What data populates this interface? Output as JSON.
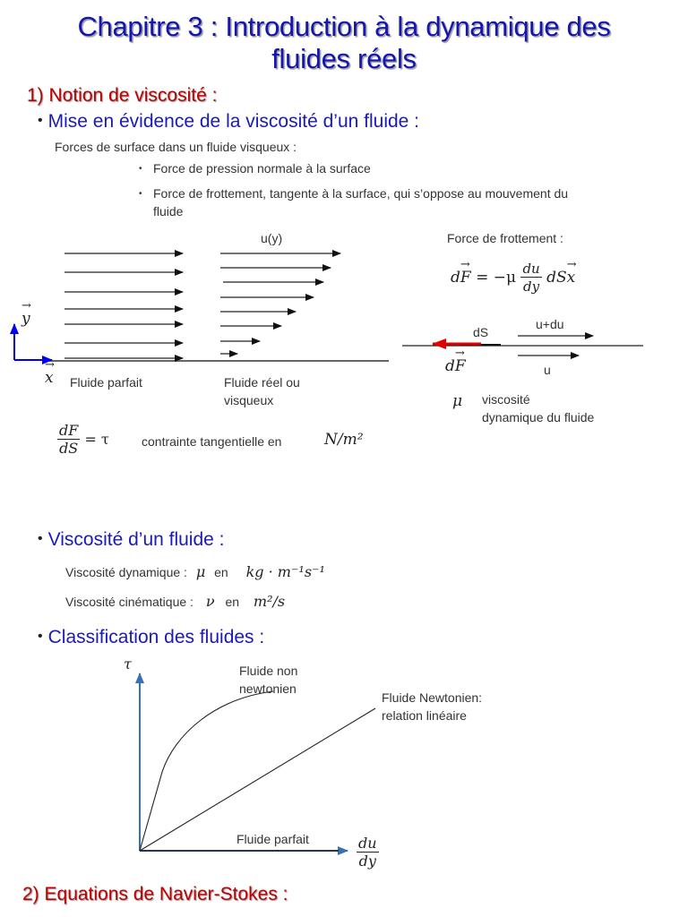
{
  "title": {
    "line1": "Chapitre 3 : Introduction à la dynamique des",
    "line2": "fluides réels"
  },
  "section1": {
    "heading": "1) Notion de viscosité :",
    "bullet1": {
      "label": "Mise en évidence de la viscosité d’un fluide :",
      "intro": "Forces de surface dans un fluide visqueux :",
      "items": [
        "Force de pression normale à la surface",
        "Force de frottement, tangente à la surface, qui s’oppose au mouvement du",
        "fluide"
      ]
    },
    "diagram_flow": {
      "uy_label": "u(y)",
      "axis_y": "y",
      "axis_x": "x",
      "label_perfect": "Fluide parfait",
      "label_real_1": "Fluide réel ou",
      "label_real_2": "visqueux",
      "axis_color": "#0000ee"
    },
    "friction": {
      "heading": "Force de frottement :",
      "formula_lhs": "dF",
      "formula_eq": "= −μ",
      "formula_num": "du",
      "formula_den": "dy",
      "formula_rhs": "dS",
      "formula_vec": "x",
      "ds_label": "dS",
      "udu_label": "u+du",
      "u_label": "u",
      "df_label": "dF",
      "mu_symbol": "μ",
      "mu_desc_1": "viscosité",
      "mu_desc_2": "dynamique du fluide",
      "arrow_color": "#e00000"
    },
    "stress": {
      "num": "dF",
      "den": "dS",
      "eq": "= τ",
      "text": "contrainte tangentielle en",
      "unit": "N/m²"
    },
    "bullet2": {
      "label": "Viscosité d’un fluide :",
      "dyn_text": "Viscosité dynamique :",
      "dyn_symbol": "μ",
      "dyn_en": "en",
      "dyn_unit": "kg · m⁻¹s⁻¹",
      "cin_text": "Viscosité cinématique :",
      "cin_symbol": "ν",
      "cin_en": "en",
      "cin_unit": "m²/s"
    },
    "bullet3": {
      "label": "Classification des fluides :"
    }
  },
  "chart_data": {
    "type": "line",
    "title": "Classification des fluides",
    "xlabel": "du/dy",
    "ylabel": "τ",
    "grid": false,
    "series": [
      {
        "name": "Fluide non newtonien",
        "shape": "concave curve",
        "points": [
          [
            0,
            0
          ],
          [
            0.08,
            0.58
          ],
          [
            0.2,
            0.78
          ],
          [
            0.45,
            0.95
          ],
          [
            0.6,
            1.0
          ]
        ]
      },
      {
        "name": "Fluide Newtonien: relation linéaire",
        "shape": "linear",
        "points": [
          [
            0,
            0
          ],
          [
            1.0,
            0.82
          ]
        ]
      },
      {
        "name": "Fluide parfait",
        "shape": "zero",
        "points": [
          [
            0,
            0
          ],
          [
            1.0,
            0
          ]
        ]
      }
    ],
    "annotations": [
      "Fluide non newtonien",
      "Fluide Newtonien:",
      "relation linéaire",
      "Fluide parfait"
    ]
  },
  "classification": {
    "tau": "τ",
    "x_num": "du",
    "x_den": "dy",
    "label_nonnewt_1": "Fluide non",
    "label_nonnewt_2": "newtonien",
    "label_newt_1": "Fluide Newtonien:",
    "label_newt_2": "relation linéaire",
    "label_perfect": "Fluide parfait",
    "axis_color": "#3a6fb5"
  },
  "section2": {
    "heading": "2) Equations de Navier-Stokes :"
  }
}
